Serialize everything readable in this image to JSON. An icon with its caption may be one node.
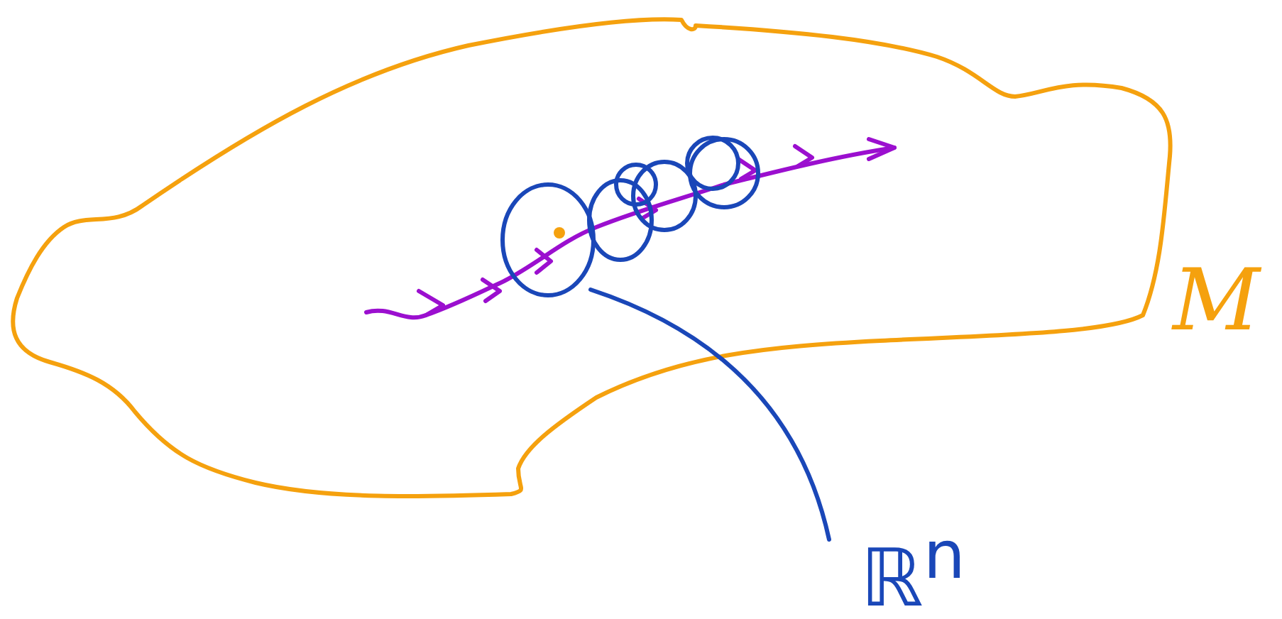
{
  "diagram": {
    "nodes": [
      {
        "text": [
          "M"
        ]
      },
      {
        "text": [],
        "shape": "circle",
        "in": 0
      },
      {
        "text": [
          "ℝ$^{n}$"
        ]
      }
    ],
    "edges": [
      {
        "from": 1,
        "to": 2,
        "arrow": "none"
      }
    ]
  }
}
